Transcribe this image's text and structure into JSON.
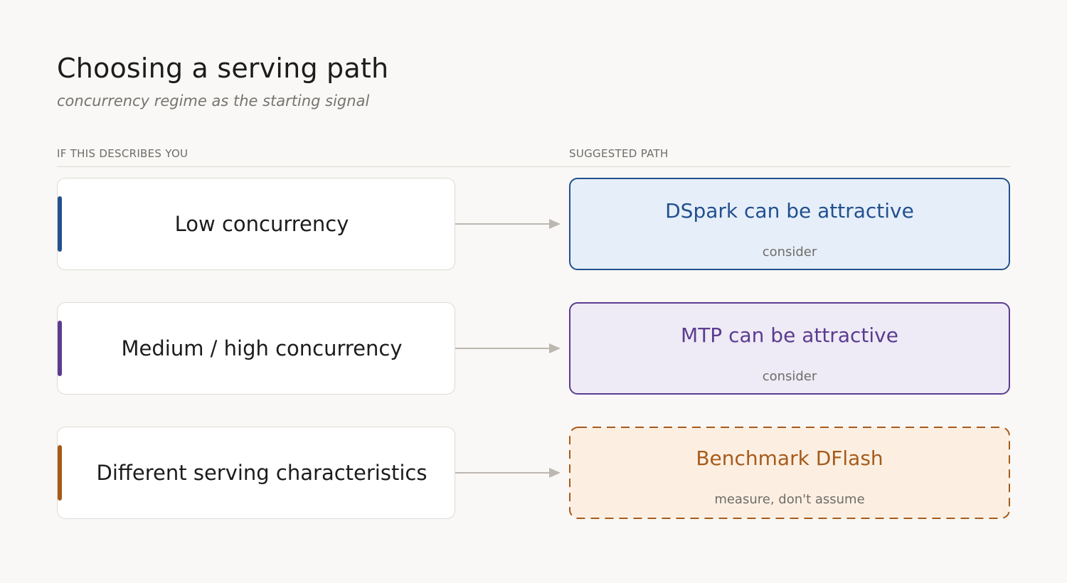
{
  "title": "Choosing a serving path",
  "subtitle": "concurrency regime as the starting signal",
  "columns": {
    "left": "IF THIS DESCRIBES YOU",
    "right": "SUGGESTED PATH"
  },
  "rows": [
    {
      "condition": "Low concurrency",
      "path": "DSpark can be attractive",
      "note": "consider",
      "accent_color": "#23508e",
      "path_color": "#23508e",
      "path_bg": "#e6eff9",
      "border_style": "solid"
    },
    {
      "condition": "Medium / high concurrency",
      "path": "MTP can be attractive",
      "note": "consider",
      "accent_color": "#5b3c8f",
      "path_color": "#5b3c8f",
      "path_bg": "#eeeaf6",
      "border_style": "solid"
    },
    {
      "condition": "Different serving characteristics",
      "path": "Benchmark DFlash",
      "note": "measure, don't assume",
      "accent_color": "#a65b1b",
      "path_color": "#a65b1b",
      "path_bg": "#fcefe2",
      "border_style": "dashed"
    }
  ]
}
